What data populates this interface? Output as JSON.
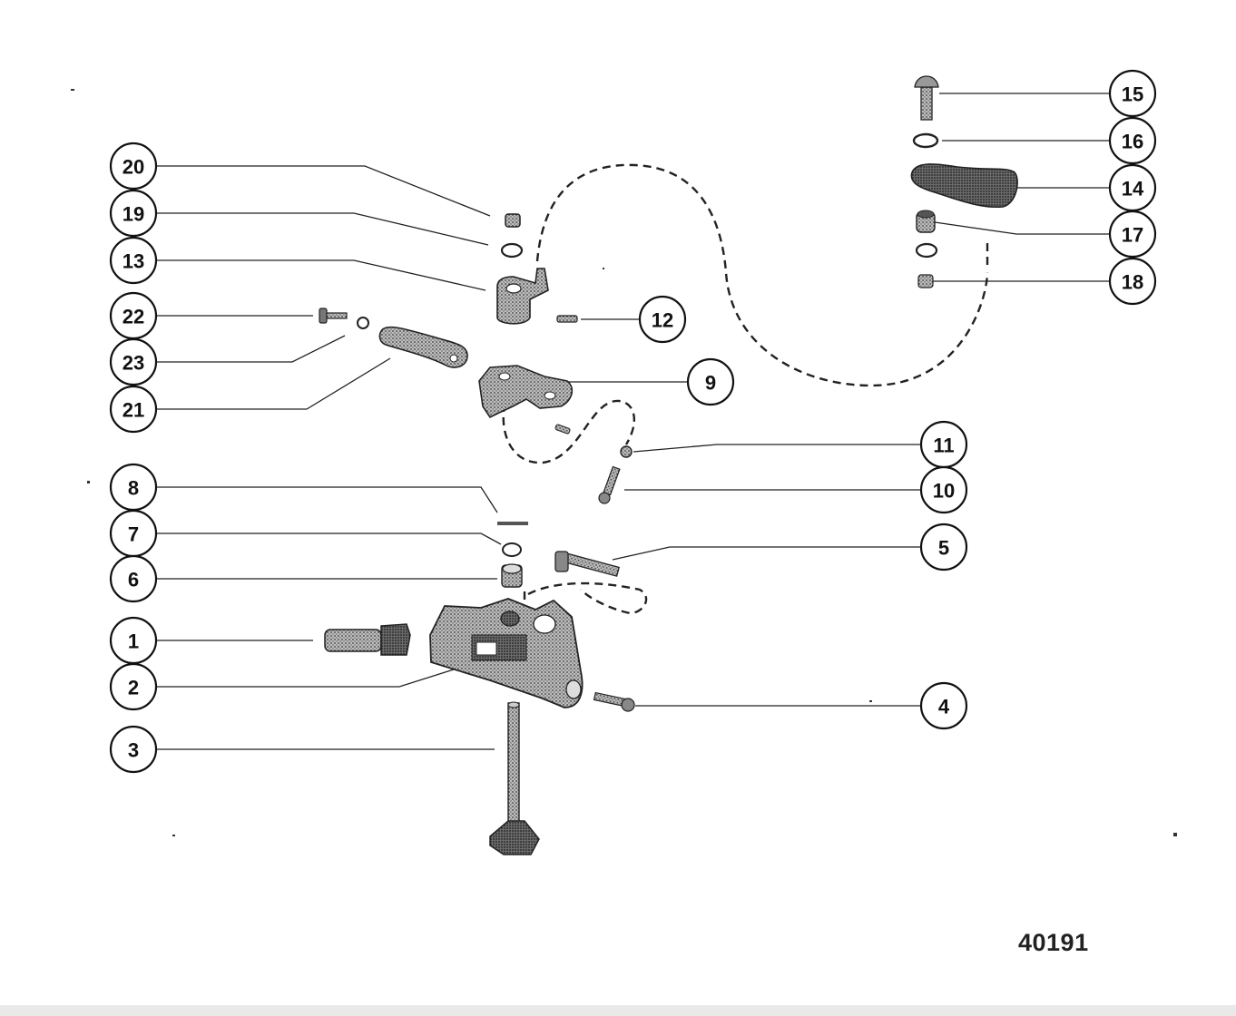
{
  "figure_number": "40191",
  "callouts": [
    {
      "id": "c1",
      "label": "1"
    },
    {
      "id": "c2",
      "label": "2"
    },
    {
      "id": "c3",
      "label": "3"
    },
    {
      "id": "c4",
      "label": "4"
    },
    {
      "id": "c5",
      "label": "5"
    },
    {
      "id": "c6",
      "label": "6"
    },
    {
      "id": "c7",
      "label": "7"
    },
    {
      "id": "c8",
      "label": "8"
    },
    {
      "id": "c9",
      "label": "9"
    },
    {
      "id": "c10",
      "label": "10"
    },
    {
      "id": "c11",
      "label": "11"
    },
    {
      "id": "c12",
      "label": "12"
    },
    {
      "id": "c13",
      "label": "13"
    },
    {
      "id": "c14",
      "label": "14"
    },
    {
      "id": "c15",
      "label": "15"
    },
    {
      "id": "c16",
      "label": "16"
    },
    {
      "id": "c17",
      "label": "17"
    },
    {
      "id": "c18",
      "label": "18"
    },
    {
      "id": "c19",
      "label": "19"
    },
    {
      "id": "c20",
      "label": "20"
    },
    {
      "id": "c21",
      "label": "21"
    },
    {
      "id": "c22",
      "label": "22"
    },
    {
      "id": "c23",
      "label": "23"
    }
  ]
}
